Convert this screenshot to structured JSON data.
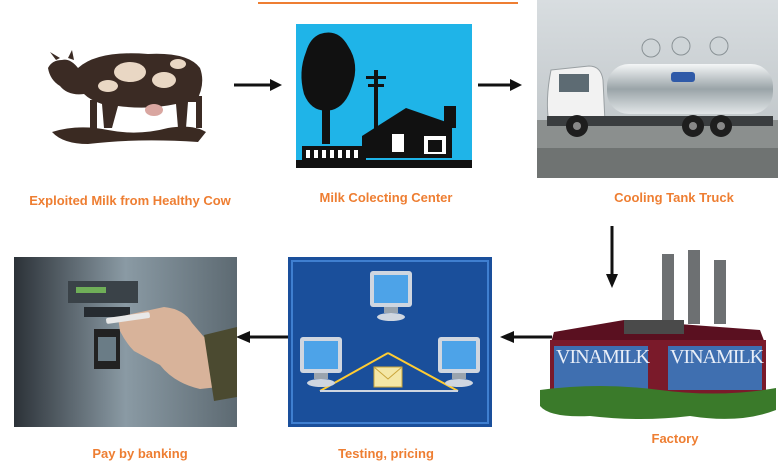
{
  "steps": {
    "cow": "Exploited Milk from Healthy Cow",
    "center": "Milk Colecting Center",
    "truck": "Cooling Tank Truck",
    "factory": "Factory",
    "testing": "Testing, pricing",
    "bank": "Pay by banking"
  },
  "brand": {
    "factory_sign_left": "VINAMILK",
    "factory_sign_right": "VINAMILK"
  },
  "colors": {
    "label": "#ee7e32",
    "accent_line": "#ee7e32",
    "center_bg": "#1fb4e8",
    "testing_bg": "#1a4f9b",
    "factory_wall": "#7a1a2a",
    "factory_ground": "#3a7a2a"
  }
}
